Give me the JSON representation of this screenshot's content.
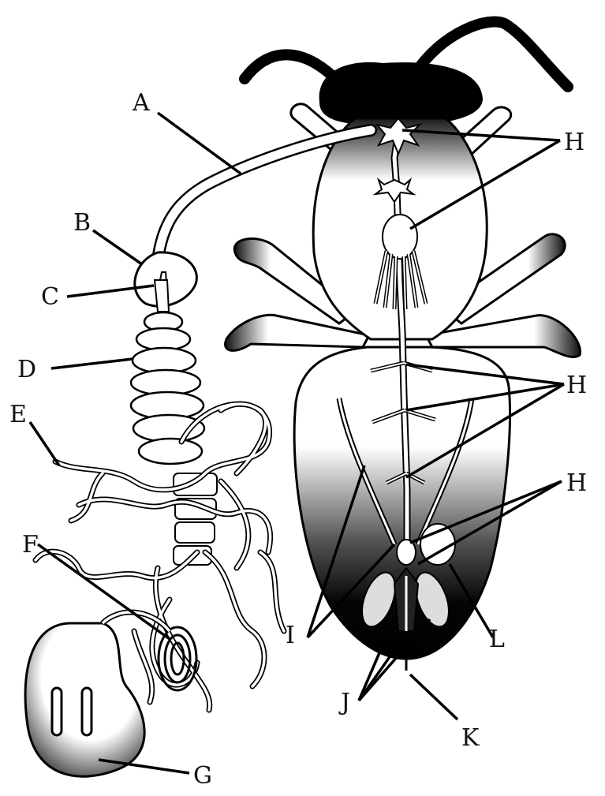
{
  "figure": {
    "labels": {
      "A": "A",
      "B": "B",
      "C": "C",
      "D": "D",
      "E": "E",
      "F": "F",
      "G": "G",
      "H": "H",
      "I": "I",
      "J": "J",
      "K": "K",
      "L": "L"
    }
  },
  "colors": {
    "ink": "#111111",
    "body_dark": "#000000",
    "body_light": "#ffffff"
  }
}
